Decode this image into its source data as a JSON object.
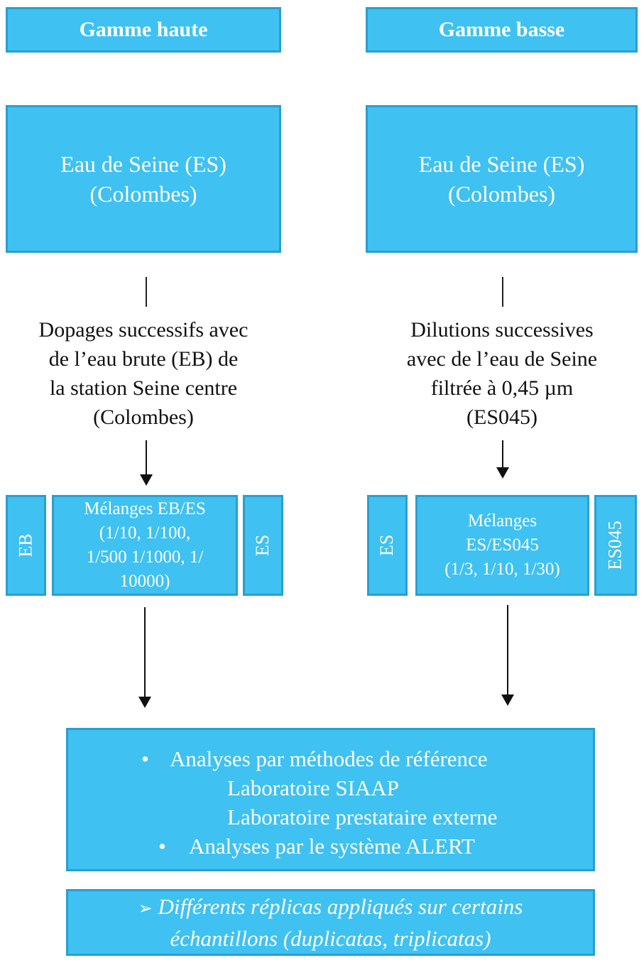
{
  "headers": {
    "left": "Gamme haute",
    "right": "Gamme basse"
  },
  "source": {
    "left": [
      "Eau de Seine (ES)",
      "(Colombes)"
    ],
    "right": [
      "Eau de Seine (ES)",
      "(Colombes)"
    ]
  },
  "process": {
    "left": [
      "Dopages successifs avec",
      "de l’eau brute (EB) de",
      "la station Seine centre",
      "(Colombes)"
    ],
    "right": [
      "Dilutions successives",
      "avec de l’eau de Seine",
      "filtrée à 0,45 µm",
      "(ES045)"
    ]
  },
  "mixtures": {
    "left": {
      "side_a": "EB",
      "lines": [
        "Mélanges EB/ES",
        "(1/10, 1/100,",
        "1/500 1/1000, 1/",
        "10000)"
      ],
      "side_b": "ES"
    },
    "right": {
      "side_a": "ES",
      "lines": [
        "Mélanges",
        "ES/ES045",
        "(1/3, 1/10, 1/30)"
      ],
      "side_b": "ES045"
    }
  },
  "analyses": {
    "bullet": "•",
    "item1": "Analyses par méthodes de référence",
    "sub1": "Laboratoire SIAAP",
    "sub2": "Laboratoire prestataire externe",
    "item2": "Analyses par le système ALERT"
  },
  "note": {
    "marker": "➢",
    "line1": "Différents réplicas appliqués sur certains",
    "line2": "échantillons (duplicatas, triplicatas)"
  }
}
